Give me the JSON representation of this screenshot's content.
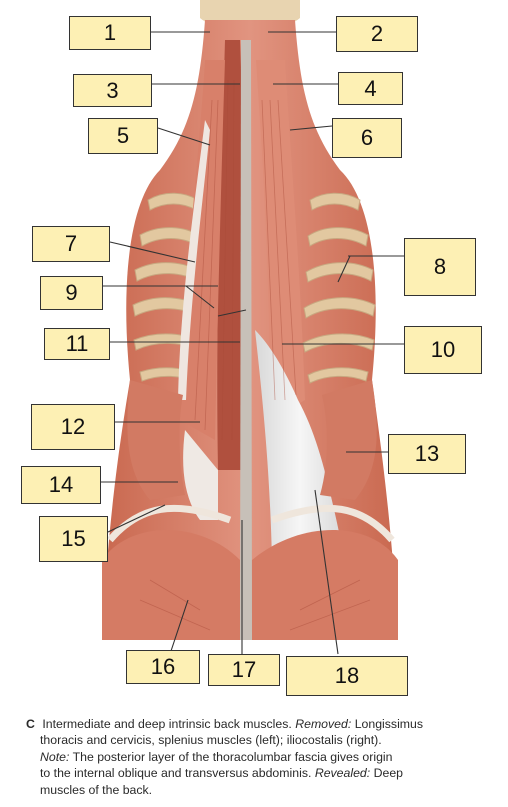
{
  "labels": [
    "1",
    "2",
    "3",
    "4",
    "5",
    "6",
    "7",
    "8",
    "9",
    "10",
    "11",
    "12",
    "13",
    "14",
    "15",
    "16",
    "17",
    "18"
  ],
  "caption": {
    "letter": "C",
    "line1": "Intermediate and deep intrinsic back muscles.",
    "removed_label": "Removed:",
    "removed_text": "Longissimus",
    "line2": "thoracis and cervicis, splenius muscles (left); iliocostalis (right).",
    "note_label": "Note:",
    "note_text": "The posterior layer of the thoracolumbar fascia gives origin",
    "line4": "to the internal oblique and transversus abdominis.",
    "revealed_label": "Revealed:",
    "revealed_text": "Deep",
    "line5": "muscles of the back."
  },
  "colors": {
    "muscle": "#d9826a",
    "muscle_dark": "#b0503e",
    "fascia": "#eaeaea",
    "bone": "#e2c8a0",
    "skin_neck": "#e8d4b0",
    "label_fill": "#fdf0b4"
  }
}
